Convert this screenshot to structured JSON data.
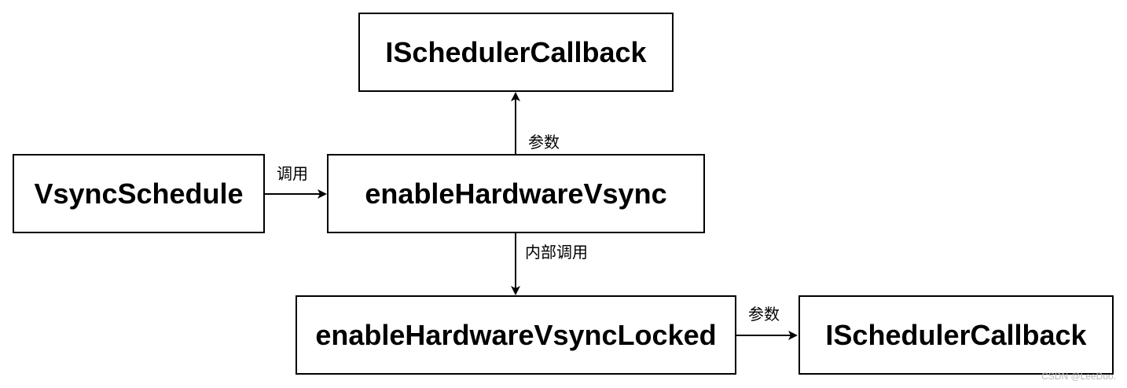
{
  "nodes": {
    "top_callback": "ISchedulerCallback",
    "vsync_schedule": "VsyncSchedule",
    "enable_hw_vsync": "enableHardwareVsync",
    "enable_hw_vsync_locked": "enableHardwareVsyncLocked",
    "bottom_callback": "ISchedulerCallback"
  },
  "edges": {
    "call": "调用",
    "param_top": "参数",
    "internal_call": "内部调用",
    "param_bottom": "参数"
  },
  "watermark": "CSDN @LeeDuo."
}
